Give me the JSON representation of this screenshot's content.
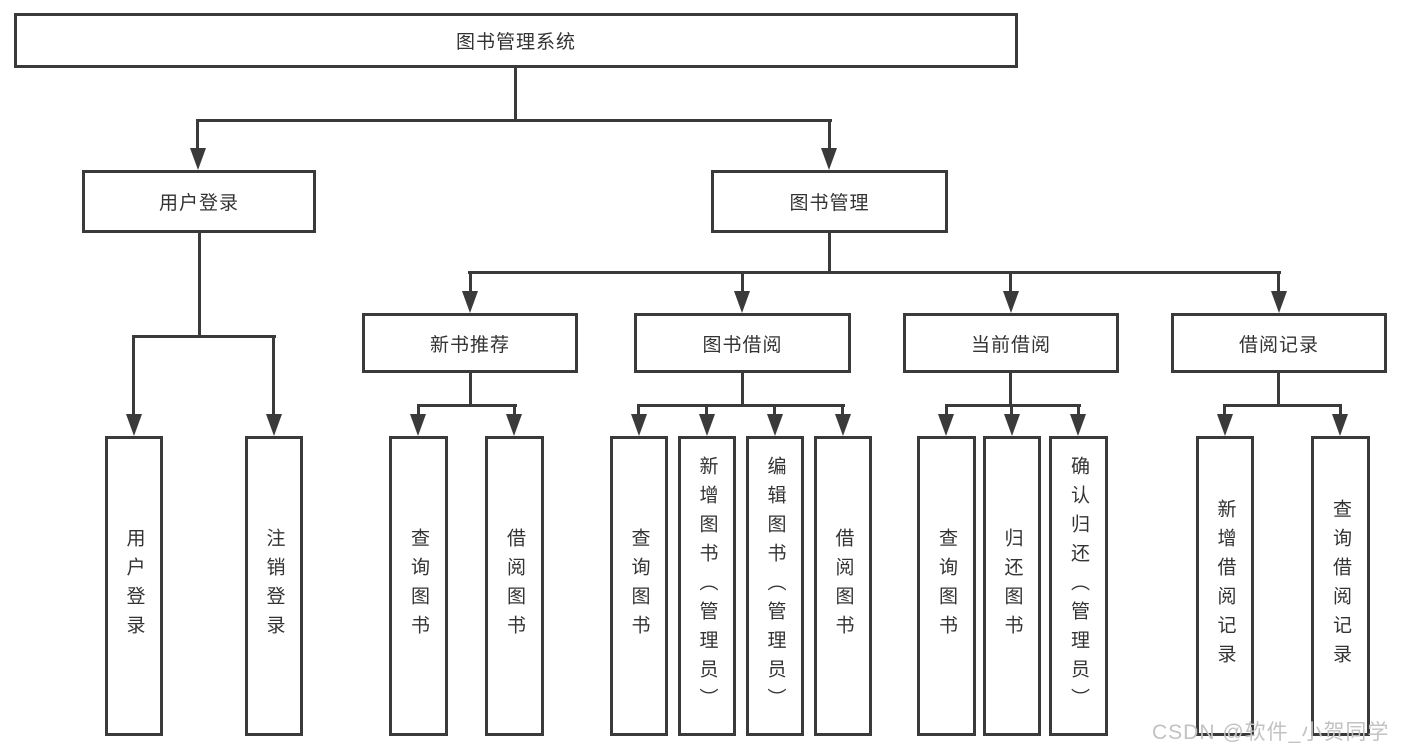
{
  "tree": {
    "root": {
      "label": "图书管理系统"
    },
    "branches": [
      {
        "label": "用户登录",
        "children": [
          {
            "label": "用户登录"
          },
          {
            "label": "注销登录"
          }
        ]
      },
      {
        "label": "图书管理",
        "children": [
          {
            "label": "新书推荐",
            "children": [
              {
                "label": "查询图书"
              },
              {
                "label": "借阅图书"
              }
            ]
          },
          {
            "label": "图书借阅",
            "children": [
              {
                "label": "查询图书"
              },
              {
                "label": "新增图书（管理员）"
              },
              {
                "label": "编辑图书（管理员）"
              },
              {
                "label": "借阅图书"
              }
            ]
          },
          {
            "label": "当前借阅",
            "children": [
              {
                "label": "查询图书"
              },
              {
                "label": "归还图书"
              },
              {
                "label": "确认归还（管理员）"
              }
            ]
          },
          {
            "label": "借阅记录",
            "children": [
              {
                "label": "新增借阅记录"
              },
              {
                "label": "查询借阅记录"
              }
            ]
          }
        ]
      }
    ]
  },
  "watermark": "CSDN @软件_小贺同学",
  "colors": {
    "line": "#3a3a3a",
    "text": "#333333",
    "watermark": "#c2c2c2",
    "bg": "#ffffff"
  }
}
